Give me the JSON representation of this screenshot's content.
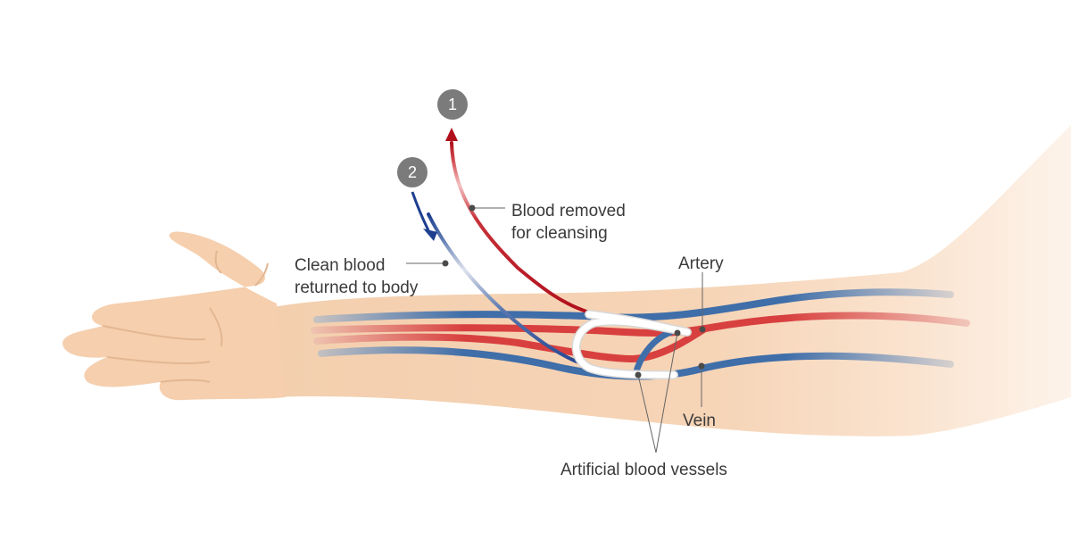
{
  "diagram": {
    "title": "Arteriovenous graft in the forearm",
    "steps": [
      {
        "number": "1",
        "description": "Blood removed for cleansing"
      },
      {
        "number": "2",
        "description": "Clean blood returned to body"
      }
    ],
    "labels": {
      "blood_removed_line1": "Blood removed",
      "blood_removed_line2": "for cleansing",
      "clean_blood_line1": "Clean blood",
      "clean_blood_line2": "returned to body",
      "artery": "Artery",
      "vein": "Vein",
      "artificial_vessels": "Artificial blood vessels"
    },
    "colors": {
      "skin": "#f6d3b3",
      "skin_light": "#fbe6d4",
      "artery": "#d8403f",
      "artery_tube": "#b0101c",
      "vein": "#3f6ea9",
      "vein_tube": "#1d3f8f",
      "graft": "#ffffff",
      "marker": "#7b7b7b",
      "leader": "#555555",
      "text": "#3a3a3a"
    }
  }
}
